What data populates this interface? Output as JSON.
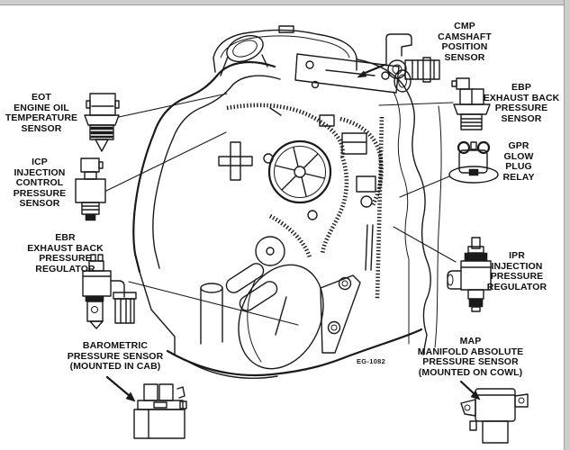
{
  "figure": {
    "type": "engine-sensor-location-diagram",
    "code": "EG-1082"
  },
  "colors": {
    "paper": "#ffffff",
    "ink": "#1a1a1a",
    "frame": "#cdcdcd"
  },
  "callouts": {
    "cmp": "CMP\nCAMSHAFT\nPOSITION\nSENSOR",
    "eot": "EOT\nENGINE OIL\nTEMPERATURE\nSENSOR",
    "icp": "ICP\nINJECTION\nCONTROL\nPRESSURE\nSENSOR",
    "ebr": "EBR\nEXHAUST BACK PRESSURE\nREGULATOR",
    "baro": "BAROMETRIC\nPRESSURE SENSOR\n(MOUNTED IN CAB)",
    "ebp": "EBP\nEXHAUST BACK\nPRESSURE\nSENSOR",
    "gpr": "GPR\nGLOW\nPLUG\nRELAY",
    "ipr": "IPR\nINJECTION\nPRESSURE\nREGULATOR",
    "map": "MAP\nMANIFOLD ABSOLUTE\nPRESSURE SENSOR\n(MOUNTED ON COWL)"
  },
  "sensor_icons": [
    "cmp-sensor-icon",
    "eot-sensor-icon",
    "icp-sensor-icon",
    "ebr-regulator-icon",
    "barometric-sensor-icon",
    "ebp-sensor-icon",
    "gpr-relay-icon",
    "ipr-regulator-icon",
    "map-sensor-icon"
  ]
}
